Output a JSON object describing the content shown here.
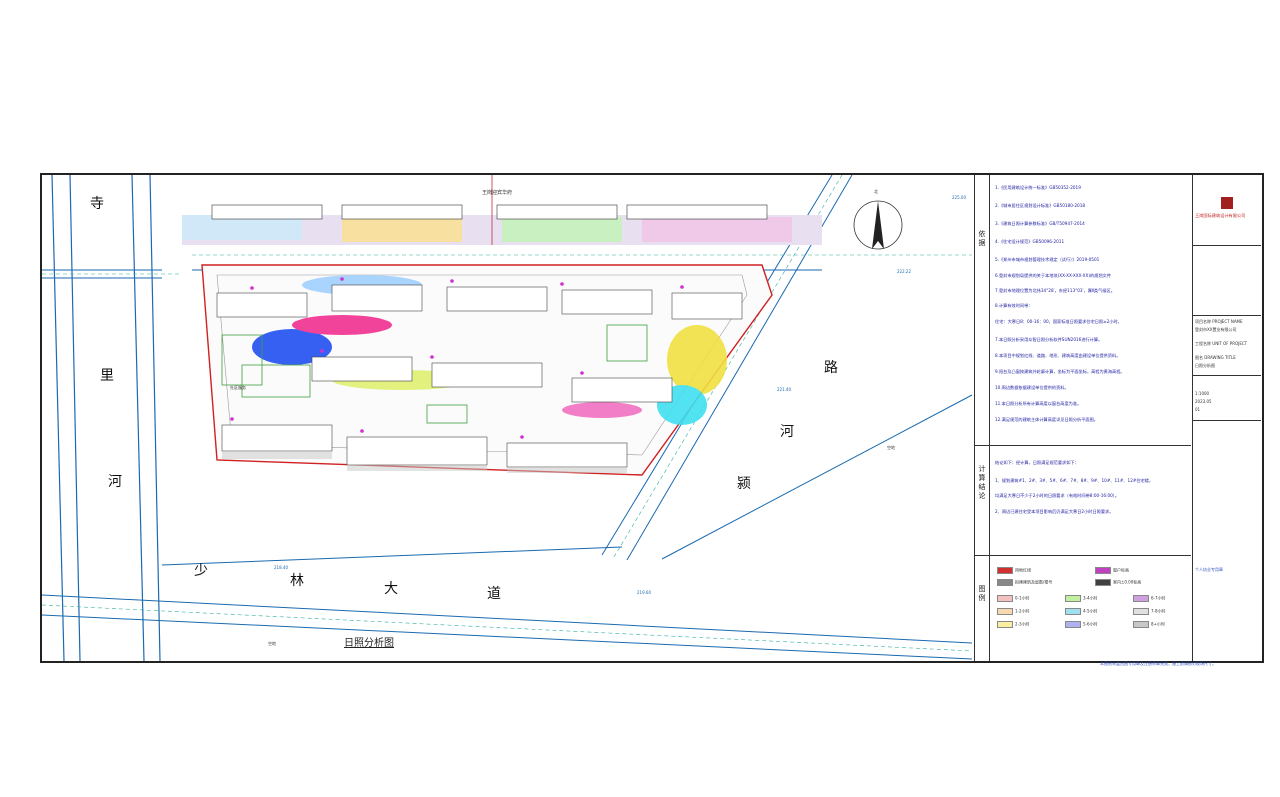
{
  "roads": {
    "si": "寺",
    "li": "里",
    "he": "河",
    "shao": "少",
    "lin": "林",
    "da": "大",
    "dao": "道",
    "lu": "路",
    "he2": "河",
    "ying": "颍"
  },
  "labels": {
    "top_road": "王岗迎宾华府",
    "vacant_1": "空地",
    "vacant_2": "空地",
    "community": "社区服务",
    "north": "北",
    "elev_1": "225.00",
    "elev_2": "222.22",
    "elev_3": "218.40",
    "elev_4": "219.60",
    "elev_5": "221.40"
  },
  "drawing_title": "日照分析图",
  "side_tags": {
    "basis": "依据",
    "conclusion": "计算结论",
    "legend": "图例"
  },
  "notes": [
    "1.《民用建筑设计统一标准》GB50352-2019",
    "2.《城市居住区规划设计标准》GB50180-2018",
    "3.《建筑日照计算参数标准》GB/T50947-2014",
    "4.《住宅设计规范》GB50096-2011",
    "5.《郑州市城市规划管理技术规定（试行）》2019-0501",
    "6.登封市规划局提供的关于本地块(XX-XX-XXX-XX)的规划文件",
    "7.登封市地理位置为北纬34°28′，东经113°03′，属Ⅱ类气候区。",
    "8.计算有效时间带：",
    "住宅：大寒日8：00-16：00，国家标准日照要求住宅日照≥2小时，",
    "7.本日照分析采用众智日照分析软件SUN2016进行计算。",
    "8.本项目中规划红线、道路、地形、建筑高度由建设单位提供资料。",
    "9.阳台及凸窗按建筑外轮廓计算，坐标为平面坐标，高程为黄海高程。",
    "10.周边数据依据建设单位提供的资料。",
    "11.本日照分析所有计算高度以窗台高度为准。",
    "12.满足规范的建筑主体计算高度详见日照分析平面图。"
  ],
  "conclusion": [
    "结论如下：经计算，日照满足规范要求如下：",
    "1、规划建筑#1、2#、3#、5#、6#、7#、8#、9#、10#、11#、12#住宅楼，",
    "均满足大寒日不少于2小时的日照要求（有效时间带8:00-16:00）。",
    "2、周边已建住宅受本项目影响后仍满足大寒日2小时日照要求。"
  ],
  "legend": [
    {
      "label": "用地红线",
      "color": "#d03030"
    },
    {
      "label": "拟建建筑及层数/楼号",
      "color": "#888888"
    },
    {
      "label": "窗户标高",
      "color": "#c040c0"
    },
    {
      "label": "室内±0.00标高",
      "color": "#404040"
    },
    {
      "label": "0-1小时",
      "color": "#f4c0c0"
    },
    {
      "label": "1-2小时",
      "color": "#f8d8b0"
    },
    {
      "label": "2-3小时",
      "color": "#f8f0a0"
    },
    {
      "label": "3-4小时",
      "color": "#c0f0a0"
    },
    {
      "label": "4-5小时",
      "color": "#a0e0f0"
    },
    {
      "label": "5-6小时",
      "color": "#b0b0f0"
    },
    {
      "label": "6-7小时",
      "color": "#d0a0e0"
    },
    {
      "label": "7-8小时",
      "color": "#e0e0e0"
    },
    {
      "label": "8+小时",
      "color": "#c8c8c8"
    }
  ],
  "titleblock": {
    "company": "王岗国际建筑设计有限公司",
    "project_name_label": "项目名称 PROJECT NAME",
    "project_name": "登封市XX置业有限公司",
    "unit_label": "工程名称 UNIT OF PROJECT",
    "drawing_name_label": "图名 DRAWING TITLE",
    "drawing_name": "日照分析图",
    "date": "2023.05",
    "sheet_no": "01",
    "scale": "1:1000",
    "note": "个人执业专用章"
  },
  "footer": "本图纸未盖出图专用章及注册师章无效，施工前请核对现场尺寸。"
}
